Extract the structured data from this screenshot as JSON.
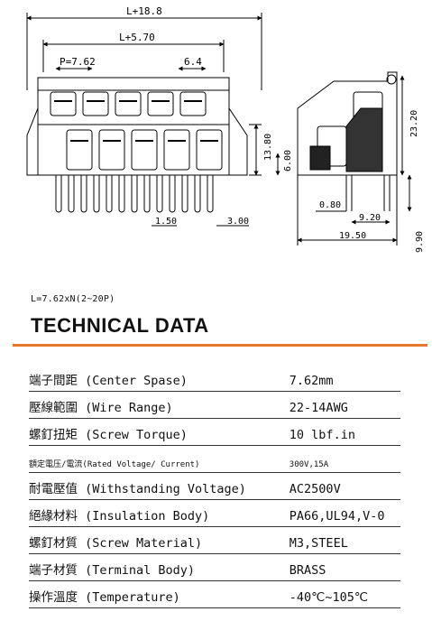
{
  "drawing": {
    "dim_total": "L+18.8",
    "dim_inner": "L+5.70",
    "dim_pitch": "P=7.62",
    "dim_gap": "6.4",
    "dim_height": "13.80",
    "dim_pin_height": "6.00",
    "dim_pin_width": "1.50",
    "dim_pin_spacing": "3.00",
    "dim_side_height": "23.20",
    "dim_pin_thickness": "0.80",
    "dim_side_inner": "9.20",
    "dim_side_width": "19.50",
    "dim_pin_length": "9.90"
  },
  "formula": "L=7.62xN(2~20P)",
  "section_title": "TECHNICAL DATA",
  "spec_rows": [
    {
      "label": "端子間距 (Center Spase)",
      "value": "7.62mm"
    },
    {
      "label": "壓線範圍 (Wire Range)",
      "value": "22-14AWG"
    },
    {
      "label": "螺釘扭矩 (Screw Torque)",
      "value": "10 lbf.in"
    },
    {
      "label": "額定電压/電流(Rated Voltage/ Current)",
      "value": "300V,15A",
      "small": true
    },
    {
      "label": "耐電壓值 (Withstanding Voltage)",
      "value": "AC2500V"
    },
    {
      "label": "絕緣材料 (Insulation Body)",
      "value": "PA66,UL94,V-0"
    },
    {
      "label": "螺釘材質 (Screw Material)",
      "value": "M3,STEEL"
    },
    {
      "label": "端子材質 (Terminal Body)",
      "value": "BRASS"
    },
    {
      "label": "操作溫度 (Temperature)",
      "value": "-40℃~105℃"
    }
  ]
}
